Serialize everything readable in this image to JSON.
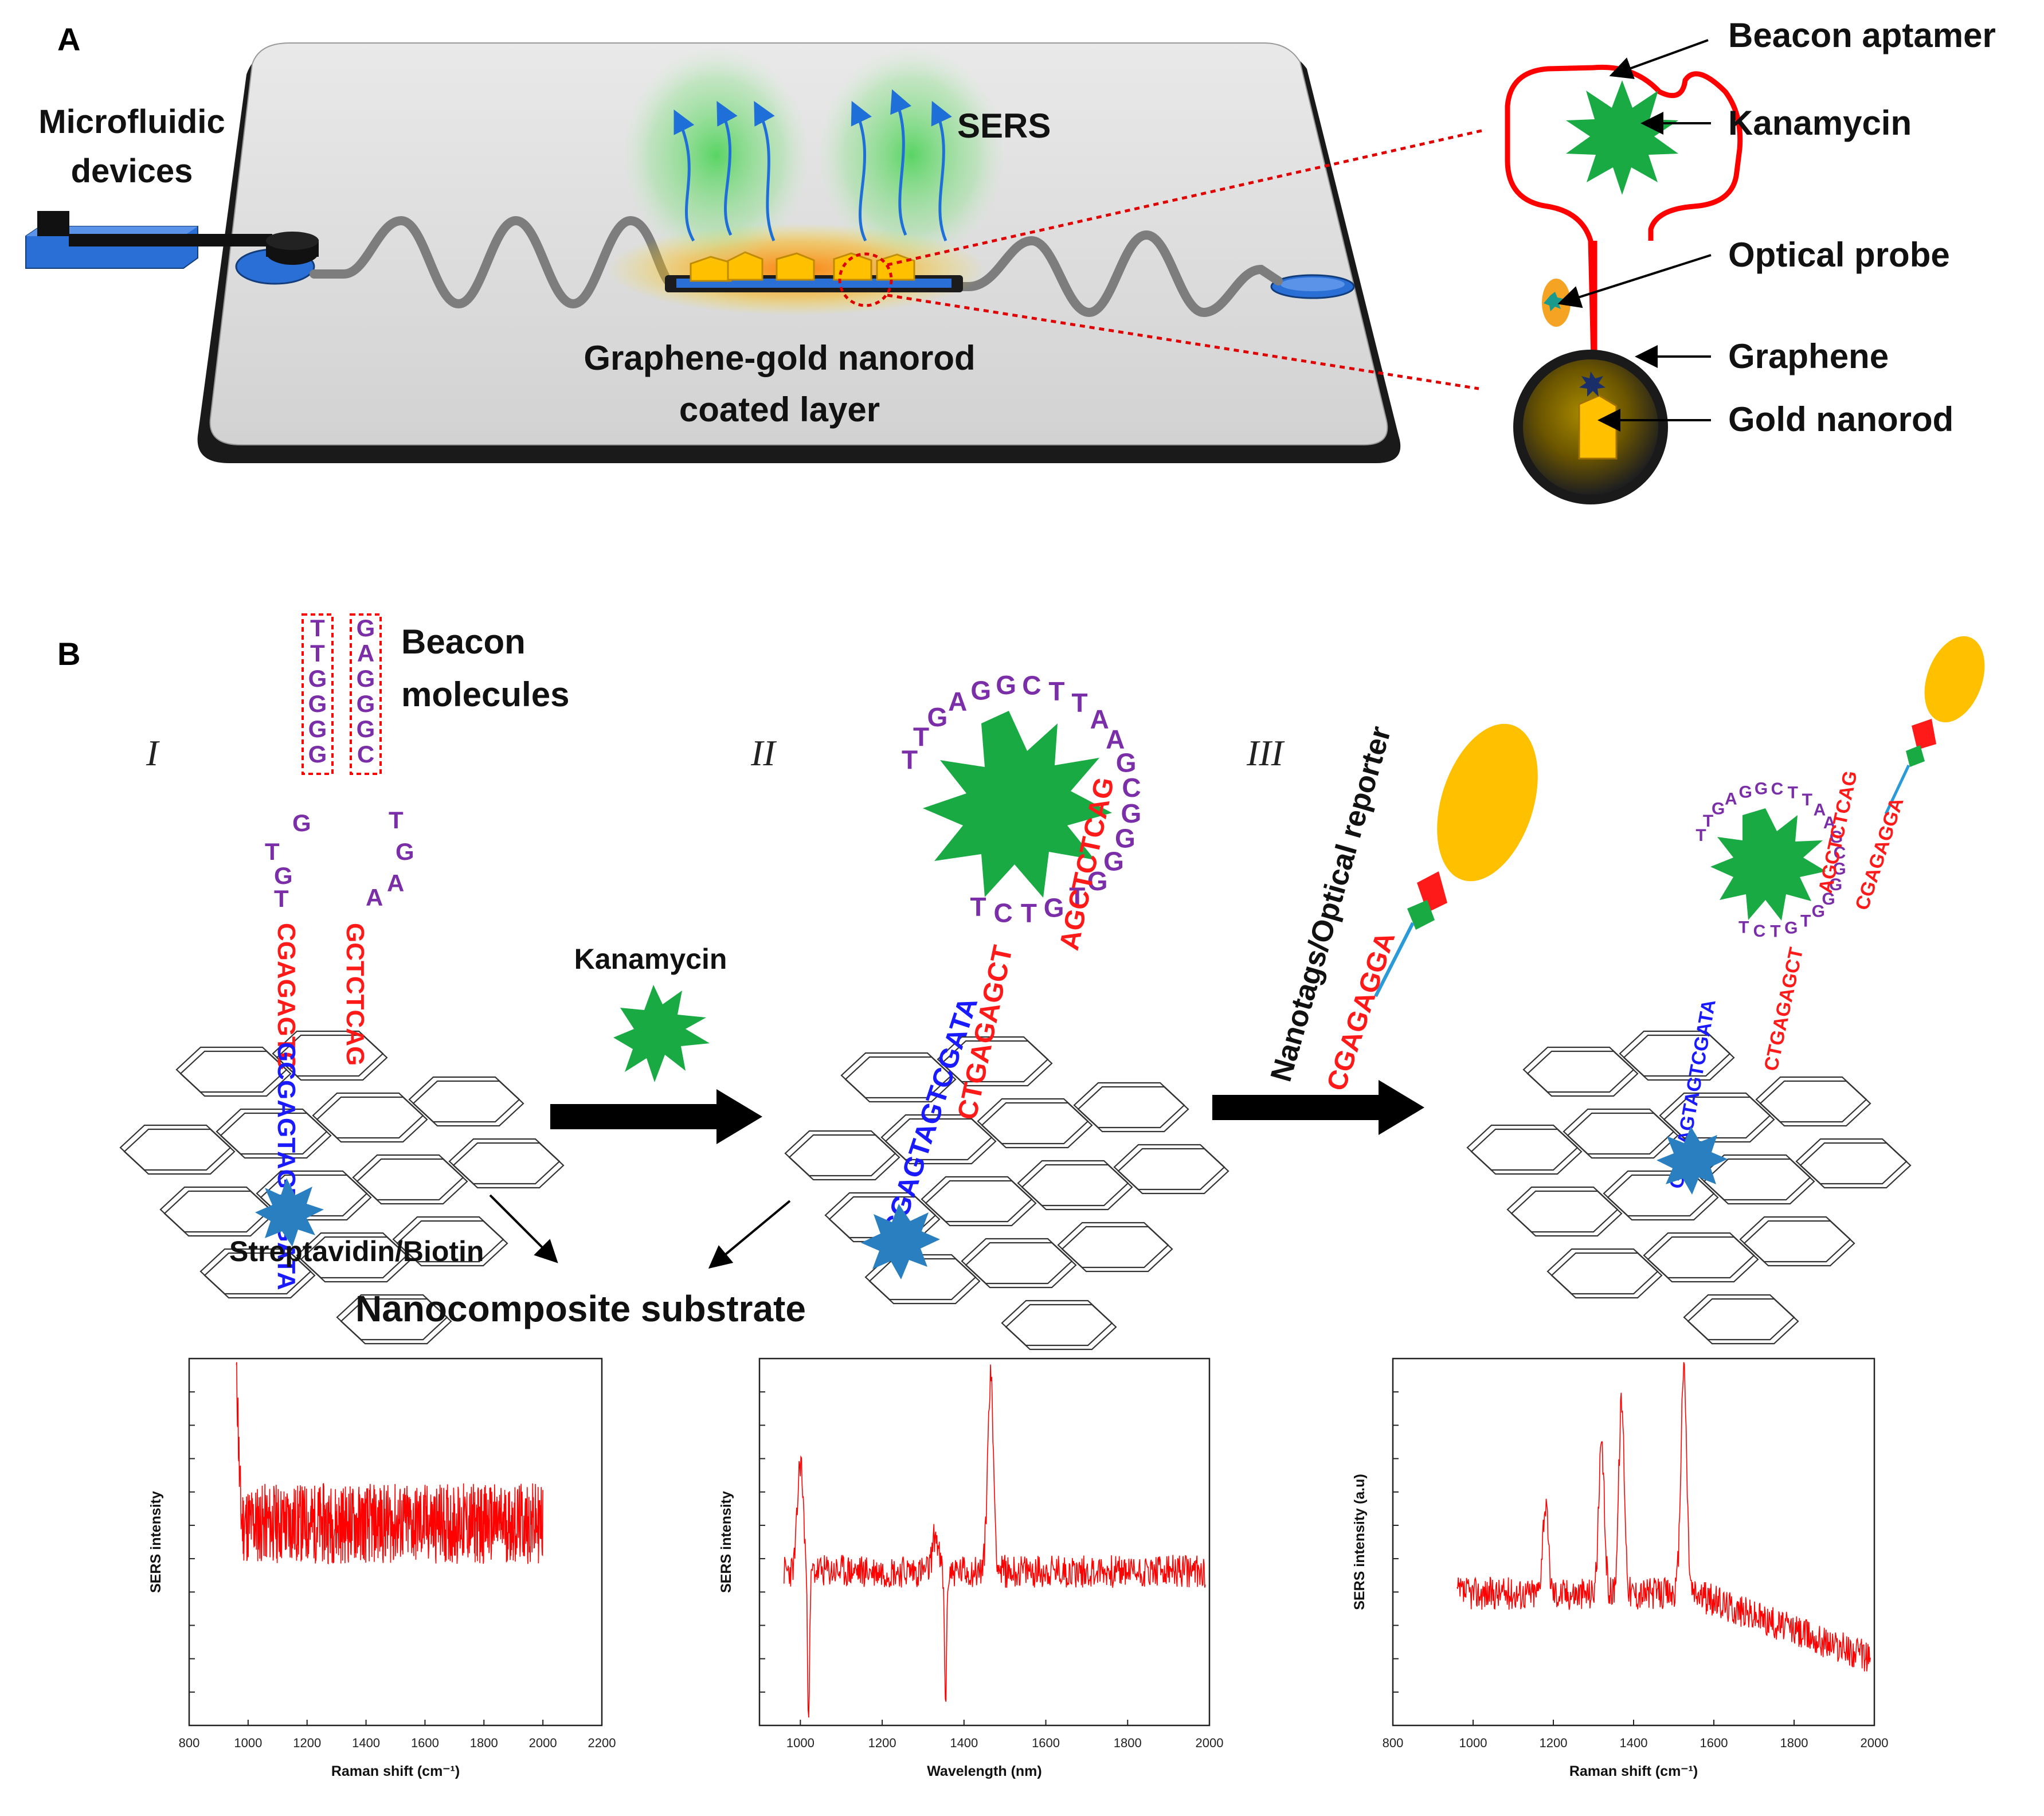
{
  "panels": {
    "a": "A",
    "b": "B"
  },
  "panel_a": {
    "microfluidic_line1": "Microfluidic",
    "microfluidic_line2": "devices",
    "sers": "SERS",
    "coated_line1": "Graphene-gold nanorod",
    "coated_line2": "coated layer",
    "inset_labels": [
      "Beacon aptamer",
      "Kanamycin",
      "Optical probe",
      "Graphene",
      "Gold nanorod"
    ]
  },
  "panel_b": {
    "beacon_line1": "Beacon",
    "beacon_line2": "molecules",
    "stages": [
      "I",
      "II",
      "III"
    ],
    "kanamycin": "Kanamycin",
    "nanotags": "Nanotags/Optical reporter",
    "streptavidin": "Streptavidin/Biotin",
    "substrate": "Nanocomposite substrate",
    "seq_blue": "GCGAGTAGTCGATA",
    "seq_red_left": "CGAGAGTC",
    "seq_red_right": "GCTCTCAG",
    "seq_red_II": "CTGAGAGCT",
    "seq_red_II_top": "AGCTCTCAG",
    "seq_reporter": "CGAGAGGA",
    "loop_left_boxed": [
      "T",
      "T",
      "G",
      "G",
      "G",
      "G"
    ],
    "loop_right_boxed": [
      "G",
      "A",
      "G",
      "G",
      "G",
      "C"
    ],
    "loop_left_stem": [
      "G",
      "T",
      "G",
      "T"
    ],
    "loop_right_stem": [
      "T",
      "G",
      "A",
      "A"
    ],
    "loop_II_ring": [
      "T",
      "T",
      "G",
      "A",
      "G",
      "G",
      "C",
      "T",
      "T",
      "A",
      "A",
      "G",
      "C",
      "G",
      "G",
      "G",
      "G",
      "T",
      "G",
      "T",
      "C",
      "T"
    ]
  },
  "chart_data": [
    {
      "type": "line",
      "xlabel": "Raman shift (cm⁻¹)",
      "ylabel": "SERS intensity",
      "xlim": [
        800,
        2200
      ],
      "xticks": [
        800,
        1000,
        1200,
        1400,
        1600,
        1800,
        2000,
        2200
      ],
      "series": [
        {
          "x_range": [
            960,
            2000
          ],
          "peaks": [
            {
              "x": 960,
              "y": 0.95
            }
          ],
          "baseline": 0.55,
          "noise": "high"
        }
      ],
      "color": "#ff0000"
    },
    {
      "type": "line",
      "xlabel": "Wavelength (nm)",
      "ylabel": "SERS intensity",
      "xlim": [
        900,
        2000
      ],
      "xticks": [
        1000,
        1200,
        1400,
        1600,
        1800,
        2000
      ],
      "series": [
        {
          "x_range": [
            960,
            1990
          ],
          "peaks": [
            {
              "x": 1000,
              "y": 0.72
            },
            {
              "x": 1465,
              "y": 0.95
            },
            {
              "x": 1330,
              "y": 0.52
            }
          ],
          "dips": [
            {
              "x": 1020,
              "y": 0.05
            },
            {
              "x": 1355,
              "y": 0.08
            }
          ],
          "baseline": 0.42,
          "noise": "medium"
        }
      ],
      "color": "#ff0000"
    },
    {
      "type": "line",
      "xlabel": "Raman shift (cm⁻¹)",
      "ylabel": "SERS intensity (a.u)",
      "xlim": [
        800,
        2000
      ],
      "xticks": [
        800,
        1000,
        1200,
        1400,
        1600,
        1800,
        2000
      ],
      "series": [
        {
          "x_range": [
            960,
            1990
          ],
          "peaks": [
            {
              "x": 1180,
              "y": 0.6
            },
            {
              "x": 1320,
              "y": 0.75
            },
            {
              "x": 1370,
              "y": 0.88
            },
            {
              "x": 1525,
              "y": 0.98
            }
          ],
          "baseline": 0.36,
          "noise": "medium"
        }
      ],
      "color": "#ff0000"
    }
  ],
  "colors": {
    "channel": "#8a8a8a",
    "device_blue": "#2a6fd6",
    "gold": "#ffc000",
    "green": "#1aaa44",
    "red": "#ff1a1a"
  }
}
